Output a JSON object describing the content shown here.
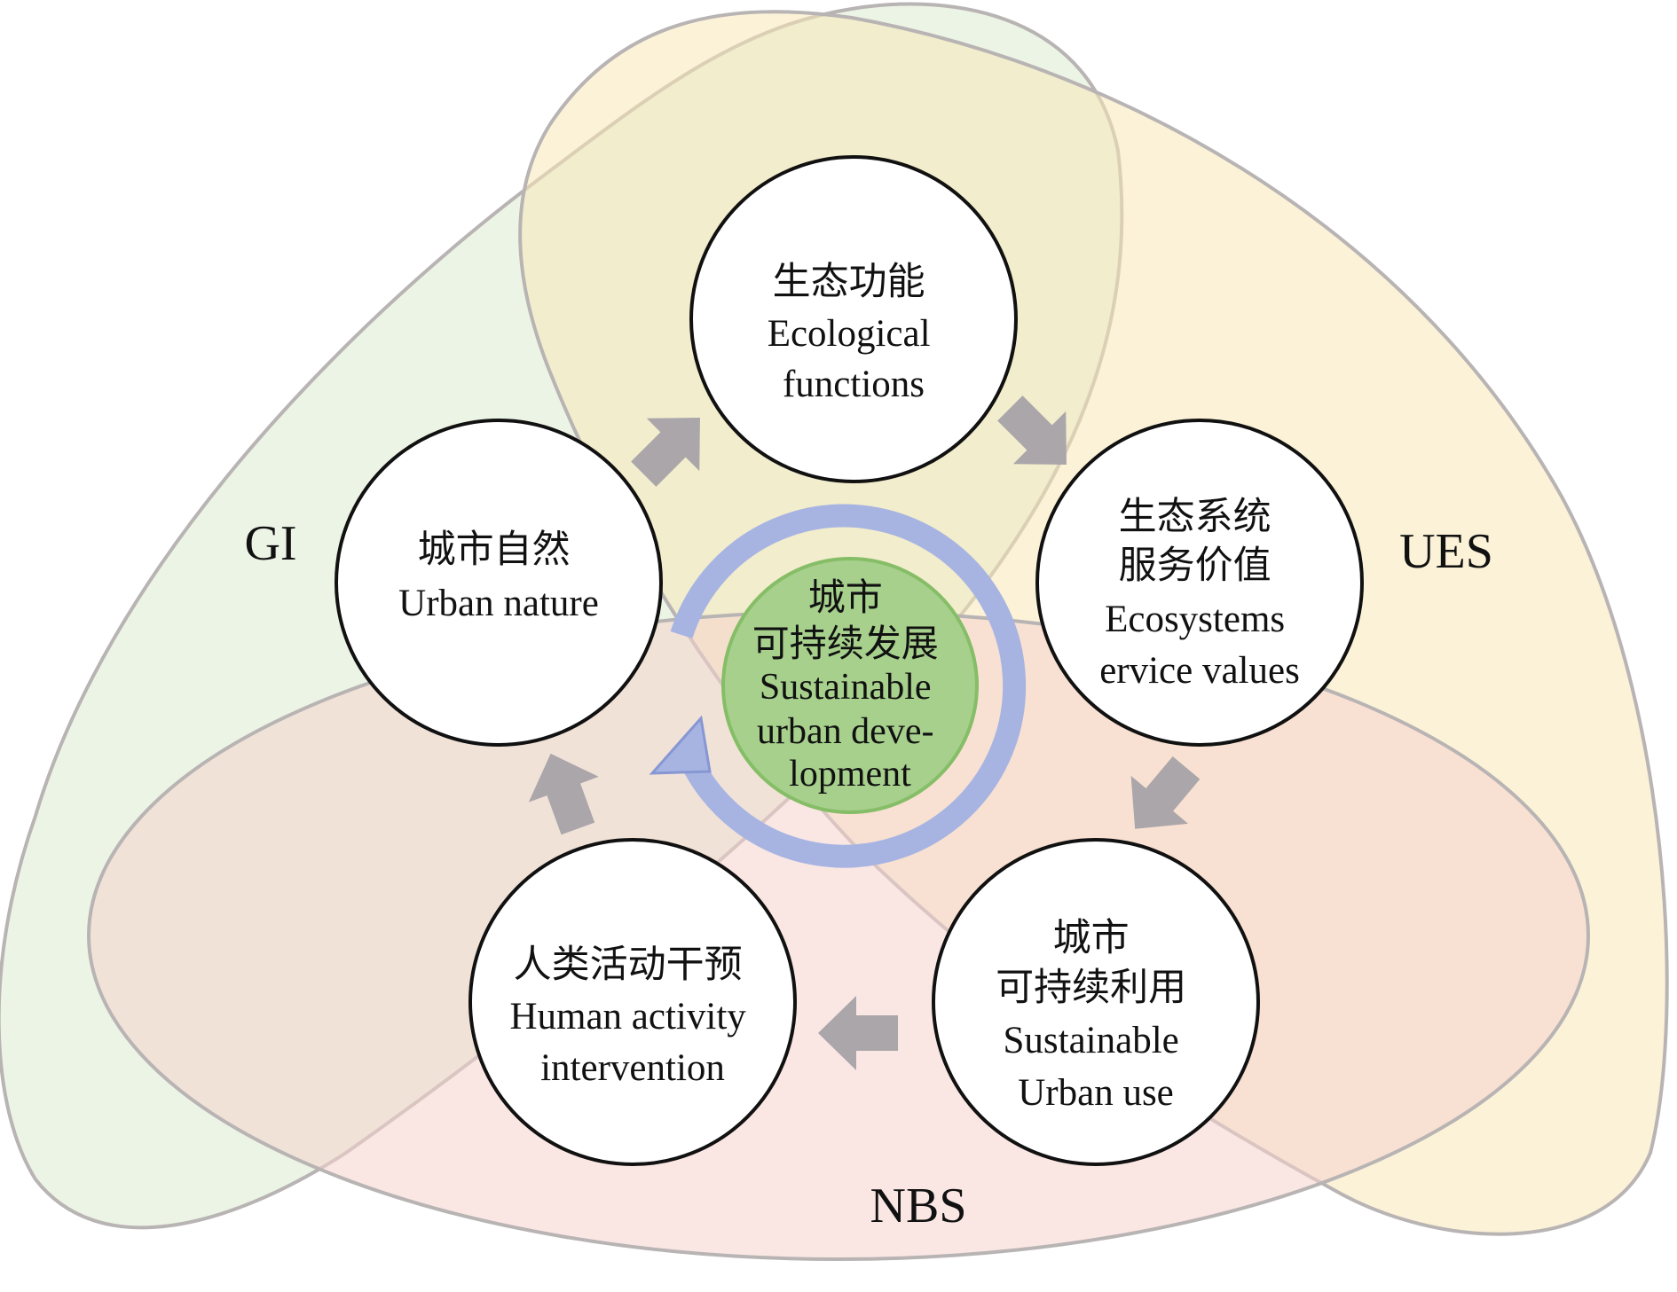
{
  "colors": {
    "gi_fill": "#dcebd0",
    "ues_fill": "#f7e8b8",
    "nbs_fill": "#f6d3ce",
    "outline": "#b9b4b4",
    "arrow": "#aaa6aa",
    "cycle": "#a7b4e2",
    "cycle_stroke": "#8797d3",
    "center_fill": "#a6d08c",
    "center_stroke": "#86bd67"
  },
  "regions": {
    "gi": "GI",
    "ues": "UES",
    "nbs": "NBS"
  },
  "nodes": [
    {
      "id": "ecological-functions",
      "zh": [
        "生态功能"
      ],
      "en": [
        "Ecological",
        "functions"
      ]
    },
    {
      "id": "ecosystem-service-values",
      "zh": [
        "生态系统",
        "服务价值"
      ],
      "en": [
        "Ecosystems",
        "ervice values"
      ]
    },
    {
      "id": "sustainable-urban-use",
      "zh": [
        "城市",
        "可持续利用"
      ],
      "en": [
        "Sustainable",
        "Urban use"
      ]
    },
    {
      "id": "human-activity-intervention",
      "zh": [
        "人类活动干预"
      ],
      "en": [
        "Human activity",
        "intervention"
      ]
    },
    {
      "id": "urban-nature",
      "zh": [
        "城市自然"
      ],
      "en": [
        "Urban nature"
      ]
    }
  ],
  "center": {
    "zh": [
      "城市",
      "可持续发展"
    ],
    "en": [
      "Sustainable",
      "urban deve-",
      "lopment"
    ]
  }
}
